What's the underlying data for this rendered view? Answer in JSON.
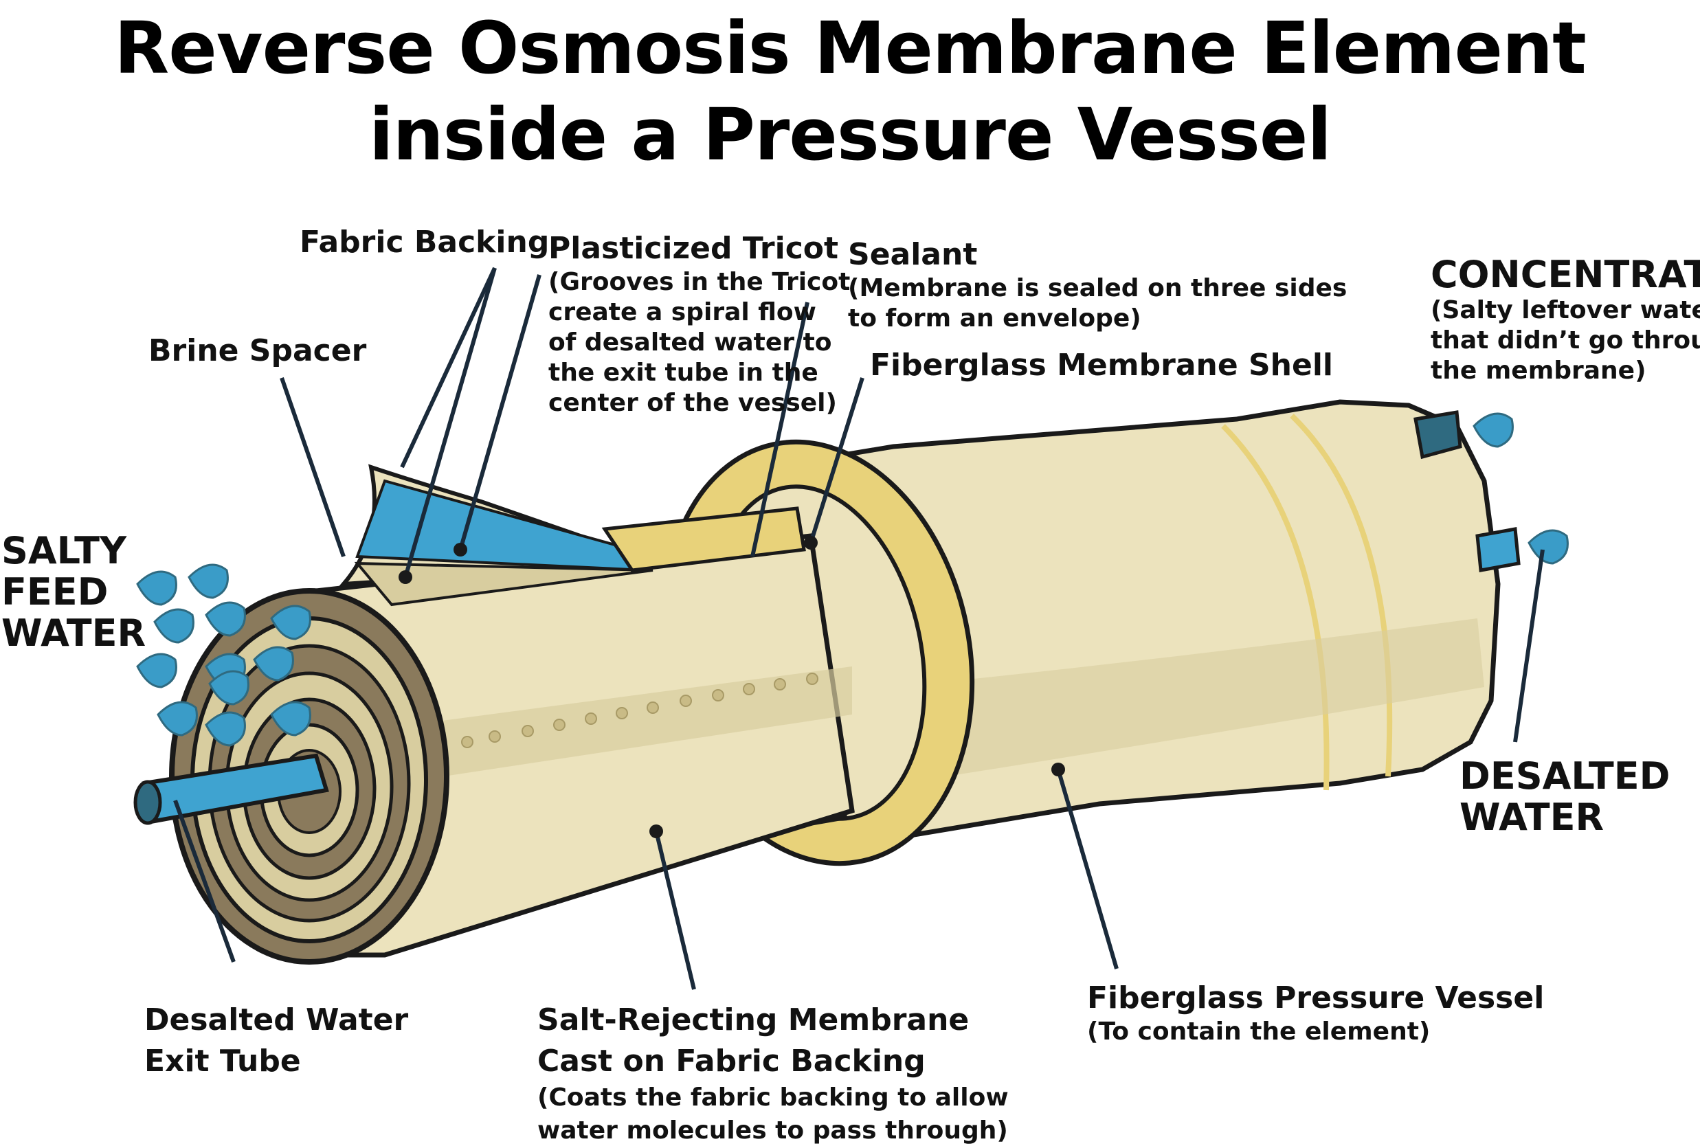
{
  "title": {
    "line1": "Reverse Osmosis Membrane Element",
    "line2": "inside a Pressure Vessel"
  },
  "labels": {
    "fabric_backing": "Fabric Backing",
    "plasticized_tricot": "Plasticized Tricot",
    "plasticized_tricot_note": [
      "(Grooves in the Tricot",
      "create a spiral flow",
      "of desalted water to",
      "the exit tube in the",
      "center of the vessel)"
    ],
    "sealant": "Sealant",
    "sealant_note": [
      "(Membrane is sealed on three sides",
      "to form an envelope)"
    ],
    "brine_spacer": "Brine Spacer",
    "fiberglass_membrane_shell": "Fiberglass Membrane Shell",
    "concentrate": "CONCENTRATE",
    "concentrate_note": [
      "(Salty leftover water",
      "that didn’t go through",
      "the membrane)"
    ],
    "salty_feed_water": [
      "SALTY",
      "FEED",
      "WATER"
    ],
    "desalted_water": [
      "DESALTED",
      "WATER"
    ],
    "desalted_water_exit_tube": [
      "Desalted Water",
      "Exit Tube"
    ],
    "salt_rejecting_membrane": [
      "Salt-Rejecting Membrane",
      "Cast on Fabric Backing"
    ],
    "salt_rejecting_membrane_note": [
      "(Coats the fabric backing to allow",
      "water molecules to pass through)"
    ],
    "fiberglass_pressure_vessel": "Fiberglass Pressure Vessel",
    "fiberglass_pressure_vessel_note": "(To contain the element)"
  },
  "colors": {
    "cream": "#ece3bd",
    "cream_shade": "#d8cd9f",
    "yellow_ring": "#e8d27a",
    "water_blue": "#3a9cc8",
    "tube_blue": "#3fa3d0",
    "dark_tube": "#2f6a80",
    "outline": "#1a1a1a",
    "spiral_brown": "#8a7a5c"
  }
}
